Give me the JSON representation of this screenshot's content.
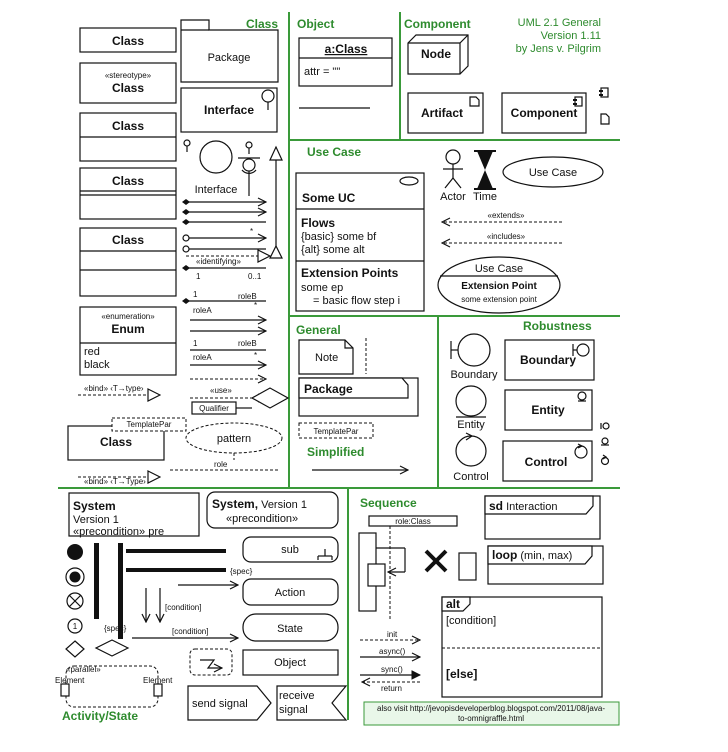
{
  "headers": {
    "class": "Class",
    "object": "Object",
    "component": "Component",
    "use_case": "Use Case",
    "general": "General",
    "robustness": "Robustness",
    "simplified": "Simplified",
    "sequence": "Sequence",
    "activity_state": "Activity/State"
  },
  "credit": {
    "line1": "UML 2.1 General",
    "line2": "Version 1.11",
    "line3": "by Jens v. Pilgrim"
  },
  "class_section": {
    "class_1": "Class",
    "package": "Package",
    "stereotype": "«stereotype»",
    "class_2": "Class",
    "interface_box": "Interface",
    "class_3": "Class",
    "class_4": "Class",
    "interface_lollipop": "Interface",
    "class_5": "Class",
    "star": "*",
    "identifying": "«identifying»",
    "mult_1": "1",
    "mult_0_1": "0..1",
    "enumeration": "«enumeration»",
    "enum_name": "Enum",
    "enum_red": "red",
    "enum_black": "black",
    "role_b_1": "roleB",
    "role_a_1": "roleA",
    "mult_1b": "1",
    "star_b": "*",
    "mult_1c": "1",
    "role_b_2": "roleB",
    "role_a_2": "roleA",
    "star_c": "*",
    "bind_1": "«bind» ‹T→type›",
    "use": "«use»",
    "qualifier": "Qualifier",
    "template_par": "TemplatePar",
    "template_class": "Class",
    "pattern": "pattern",
    "role": "role",
    "bind_2": "«bind» ‹T→Type›"
  },
  "object_section": {
    "object_name": "a:Class",
    "attr": "attr = \"\""
  },
  "component_section": {
    "node": "Node",
    "artifact": "Artifact",
    "component": "Component"
  },
  "use_case_section": {
    "some_uc": "Some UC",
    "flows": "Flows",
    "flow_1": "{basic} some bf",
    "flow_2": "{alt} some alt",
    "extension_points": "Extension Points",
    "some_ep": "some ep",
    "basic_flow_step": "= basic flow step i",
    "actor": "Actor",
    "time": "Time",
    "use_case_oval": "Use Case",
    "extends": "«extends»",
    "includes": "«includes»",
    "use_case_2": "Use Case",
    "extension_point_title": "Extension Point",
    "some_extension_point": "some extension point"
  },
  "general_section": {
    "note": "Note",
    "package": "Package",
    "template_par": "TemplatePar"
  },
  "robustness_section": {
    "boundary": "Boundary",
    "boundary_box": "Boundary",
    "entity": "Entity",
    "entity_box": "Entity",
    "control": "Control",
    "control_box": "Control"
  },
  "activity_section": {
    "system_1": "System",
    "version_1": "Version 1",
    "precondition_pre": "«precondition» pre",
    "system_2": "System,",
    "version_2": " Version 1",
    "precondition_2": "«precondition»",
    "sub": "sub",
    "spec_1": "{spec}",
    "condition_1": "[condition]",
    "action": "Action",
    "spec_2": "{spec}",
    "condition_2": "[condition]",
    "state": "State",
    "object": "Object",
    "parallel": "«parallel»",
    "element_1": "Element",
    "element_2": "Element",
    "send_signal": "send signal",
    "receive": "receive",
    "signal": "signal",
    "circle_1": "1"
  },
  "sequence_section": {
    "role_class": "role:Class",
    "sd": "sd",
    "interaction": " Interaction",
    "loop": "loop",
    "loop_args": " (min, max)",
    "alt": "alt",
    "condition": "[condition]",
    "else": "[else]",
    "init": "init",
    "async": "async()",
    "sync": "sync()",
    "return": "return"
  },
  "footer": {
    "line1": "also visit http://jevopisdeveloperblog.blogspot.com/2011/08/java-",
    "line2": "to-omnigraffle.html"
  }
}
